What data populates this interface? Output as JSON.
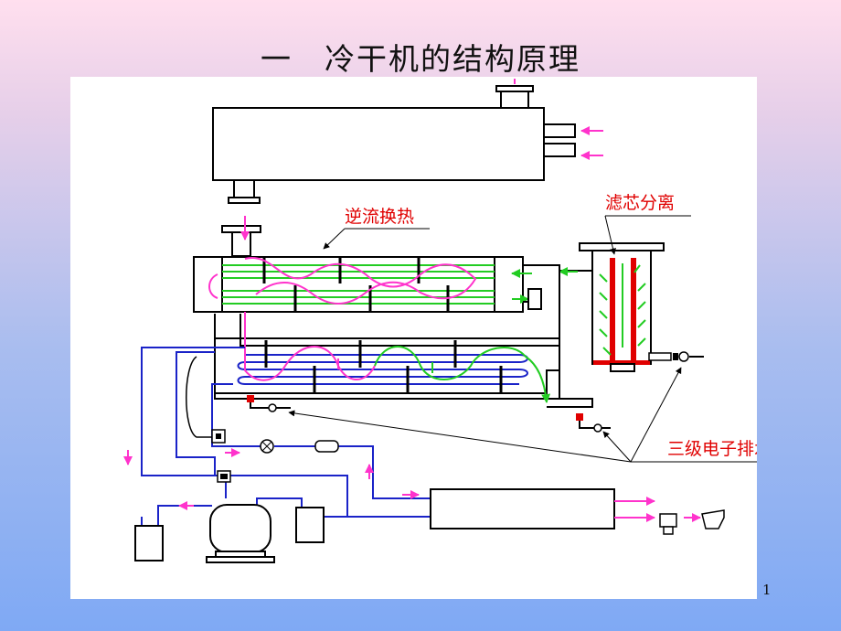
{
  "slide": {
    "title": "一　冷干机的结构原理",
    "page_number": "1"
  },
  "diagram": {
    "labels": {
      "counterflow": "逆流换热",
      "filter": "滤芯分离",
      "drain": "三级电子排水"
    },
    "colors": {
      "background_top": "#ffdfee",
      "background_bottom": "#7fa9f4",
      "outline": "#000000",
      "refrigerant_pipe": "#1a23c8",
      "air_flow": "#ff33cc",
      "condensate_flow": "#22cc22",
      "filter_element": "#e00000",
      "label_text": "#e00000"
    }
  }
}
